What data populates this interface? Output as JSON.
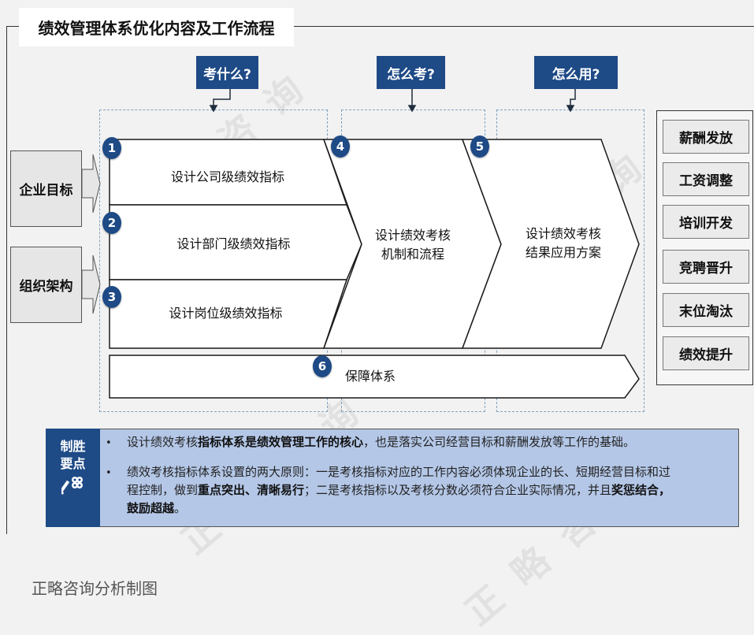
{
  "title": "绩效管理体系优化内容及工作流程",
  "questions": [
    {
      "label": "考什么?"
    },
    {
      "label": "怎么考?"
    },
    {
      "label": "怎么用?"
    }
  ],
  "inputs": [
    {
      "label": "企业目标"
    },
    {
      "label": "组织架构"
    }
  ],
  "steps": [
    {
      "num": "1",
      "label": "设计公司级绩效指标"
    },
    {
      "num": "2",
      "label": "设计部门级绩效指标"
    },
    {
      "num": "3",
      "label": "设计岗位级绩效指标"
    },
    {
      "num": "4",
      "line1": "设计绩效考核",
      "line2": "机制和流程"
    },
    {
      "num": "5",
      "line1": "设计绩效考核",
      "line2": "结果应用方案"
    },
    {
      "num": "6",
      "label": "保障体系"
    }
  ],
  "applications": [
    {
      "label": "薪酬发放"
    },
    {
      "label": "工资调整"
    },
    {
      "label": "培训开发"
    },
    {
      "label": "竞聘晋升"
    },
    {
      "label": "末位淘汰"
    },
    {
      "label": "绩效提升"
    }
  ],
  "tips": {
    "label_line1": "制胜",
    "label_line2": "要点",
    "icon": "key-icon",
    "bullet": "•",
    "item1": {
      "pre": "设计绩效考核",
      "bold": "指标体系是绩效管理工作的核心",
      "post": "，也是落实公司经营目标和薪酬发放等工作的基础。"
    },
    "item2": {
      "line1": "绩效考核指标体系设置的两大原则：一是考核指标对应的工作内容必须体现企业的长、短期经营目标和过",
      "line2_pre": "程控制，做到",
      "line2_bold1": "重点突出、清晰易行",
      "line2_mid": "；二是考核指标以及考核分数必须符合企业实际情况，并且",
      "line2_bold2": "奖惩结合，",
      "line3_bold": "鼓励超越",
      "line3_post": "。"
    }
  },
  "footer": "正略咨询分析制图",
  "watermark": "正略咨询",
  "colors": {
    "brand_blue": "#1e4a86",
    "tips_bg": "#b4c7e7",
    "page_bg": "#f2f2f2",
    "dashed": "#7fa3bf"
  }
}
